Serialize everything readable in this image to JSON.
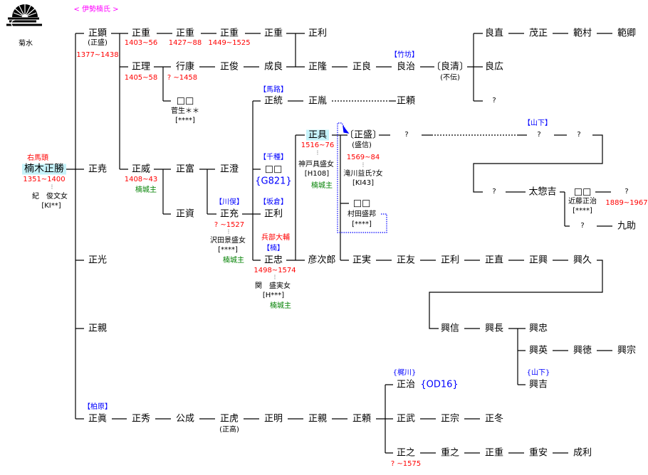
{
  "header": {
    "title": "< 伊勢楠氏 >",
    "crest_label": "菊水",
    "crest_icon": "kikusui-crest-icon"
  },
  "colors": {
    "date": "#ff0000",
    "branch": "#0000ff",
    "castle": "#008000",
    "title": "#ff00ff",
    "highlight": "#c6f3fa"
  },
  "root": {
    "office": "右馬頭",
    "name": "楠木正勝",
    "dates": "1351~1400",
    "sep": "⁝",
    "wife": "紀　俊文女",
    "code": "[KI**]"
  },
  "p": {
    "masaaki": {
      "name": "正顕",
      "alt": "(正盛)",
      "dates": "1377~1438"
    },
    "shige1": {
      "name": "正重",
      "dates": "1403~56"
    },
    "shige2": {
      "name": "正重",
      "dates": "1427~88"
    },
    "shige3": {
      "name": "正重",
      "dates": "1449~1525"
    },
    "shige4": {
      "name": "正重"
    },
    "toshi1": {
      "name": "正利"
    },
    "masamichi": {
      "name": "正理",
      "dates": "1405~58"
    },
    "yukiyasu": {
      "name": "行康",
      "dates": "?  ~1458"
    },
    "masatoshi": {
      "name": "正俊"
    },
    "nariyoshi": {
      "name": "成良"
    },
    "masataka": {
      "name": "正隆"
    },
    "masayoshi": {
      "name": "正良"
    },
    "yoshiharu": {
      "branch": "【竹坊】",
      "name": "良治"
    },
    "yoshikiyo": {
      "name": "〔良清〕",
      "alt": "(不伝)"
    },
    "yoshinao": {
      "name": "良直"
    },
    "shigemasa": {
      "name": "茂正"
    },
    "norimura": {
      "name": "範村"
    },
    "norikyo": {
      "name": "範卿"
    },
    "yoshihiro": {
      "name": "良広"
    },
    "unknown1": {
      "name": "?"
    },
    "boxA": {
      "name": "□□",
      "wife": "菅生＊＊",
      "code": "[****]"
    },
    "masamune1": {
      "branch": "【馬路】",
      "name": "正統"
    },
    "masatane": {
      "name": "正胤"
    },
    "masayori1": {
      "name": "正頼"
    },
    "chigusa": {
      "branch": "【千種】",
      "name": "□□",
      "code": "{G821}"
    },
    "masatomo": {
      "name": "正具",
      "dates": "1516~76",
      "sep": "⁝",
      "wife": "神戸具盛女",
      "code": "[H108]",
      "castle": "楠城主"
    },
    "masamori": {
      "name": "〔正盛〕",
      "alt": "(盛信)",
      "dates": "1569~84",
      "sep": "⁝",
      "wife": "滝川益氏?女",
      "code": "[KI43]"
    },
    "boxB": {
      "name": "□□",
      "wife": "村田盛邦",
      "code": "[****]"
    },
    "q1": {
      "name": "?"
    },
    "q2": {
      "branch": "【山下】",
      "name": "?"
    },
    "q3": {
      "name": "?"
    },
    "q4": {
      "name": "?"
    },
    "tasokichi": {
      "name": "太惣吉"
    },
    "boxC": {
      "name": "□□",
      "wife": "近藤正治",
      "code": "[****]"
    },
    "q5": {
      "name": "?",
      "dates": "1889~1967"
    },
    "q6": {
      "name": "?"
    },
    "kusuke": {
      "name": "九助"
    },
    "masataka2": {
      "name": "正尭"
    },
    "masatake": {
      "name": "正威",
      "dates": "1408~43",
      "castle": "楠城主"
    },
    "masatomi": {
      "name": "正富"
    },
    "masazumi": {
      "name": "正澄"
    },
    "masasuke": {
      "name": "正資"
    },
    "masamitsu": {
      "branch": "【川俣】",
      "name": "正充",
      "dates": "?  ~1527",
      "sep": "⁝",
      "wife": "沢田景盛女",
      "code": "[****]",
      "castle": "楠城主"
    },
    "toshi2": {
      "branch": "【坂倉】",
      "name": "正利"
    },
    "masatada": {
      "office": "兵部大輔",
      "branch": "【楠】",
      "name": "正忠",
      "dates": "1498~1574",
      "sep": "⁝",
      "wife": "関　盛実女",
      "code": "[H***]",
      "castle": "楠城主"
    },
    "hikojiro": {
      "name": "彦次郎"
    },
    "masazane": {
      "name": "正実"
    },
    "masatomo2": {
      "name": "正友"
    },
    "toshi3": {
      "name": "正利"
    },
    "masanao": {
      "name": "正直"
    },
    "masaoki": {
      "name": "正興"
    },
    "okihisa": {
      "name": "興久"
    },
    "masamitsu2": {
      "name": "正光"
    },
    "masachika1": {
      "name": "正親"
    },
    "okinobu": {
      "name": "興信"
    },
    "okinaga": {
      "name": "興長"
    },
    "okitada": {
      "name": "興忠"
    },
    "okihide": {
      "name": "興英"
    },
    "okinori": {
      "name": "興徳"
    },
    "okimune": {
      "name": "興宗"
    },
    "okiyoshi": {
      "branch": "{山下}",
      "name": "興吉"
    },
    "masaharu": {
      "branch": "{梶川}",
      "name": "正治",
      "code": "{OD16}"
    },
    "masazane2": {
      "branch": "【柏原】",
      "name": "正眞"
    },
    "masahide": {
      "name": "正秀"
    },
    "kimishige": {
      "name": "公成"
    },
    "masatora": {
      "name": "正虎",
      "alt": "(正高)"
    },
    "masaaki2": {
      "name": "正明"
    },
    "masachika2": {
      "name": "正親"
    },
    "masayori2": {
      "name": "正頼"
    },
    "masatake2": {
      "name": "正武"
    },
    "masamune2": {
      "name": "正宗"
    },
    "masafuyu": {
      "name": "正冬"
    },
    "masayuki": {
      "name": "正之",
      "dates": "?  ~1575"
    },
    "shigeyuki": {
      "name": "重之"
    },
    "shige5": {
      "name": "正重"
    },
    "shigeyasu": {
      "name": "重安"
    },
    "narutoshi": {
      "name": "成利"
    }
  }
}
